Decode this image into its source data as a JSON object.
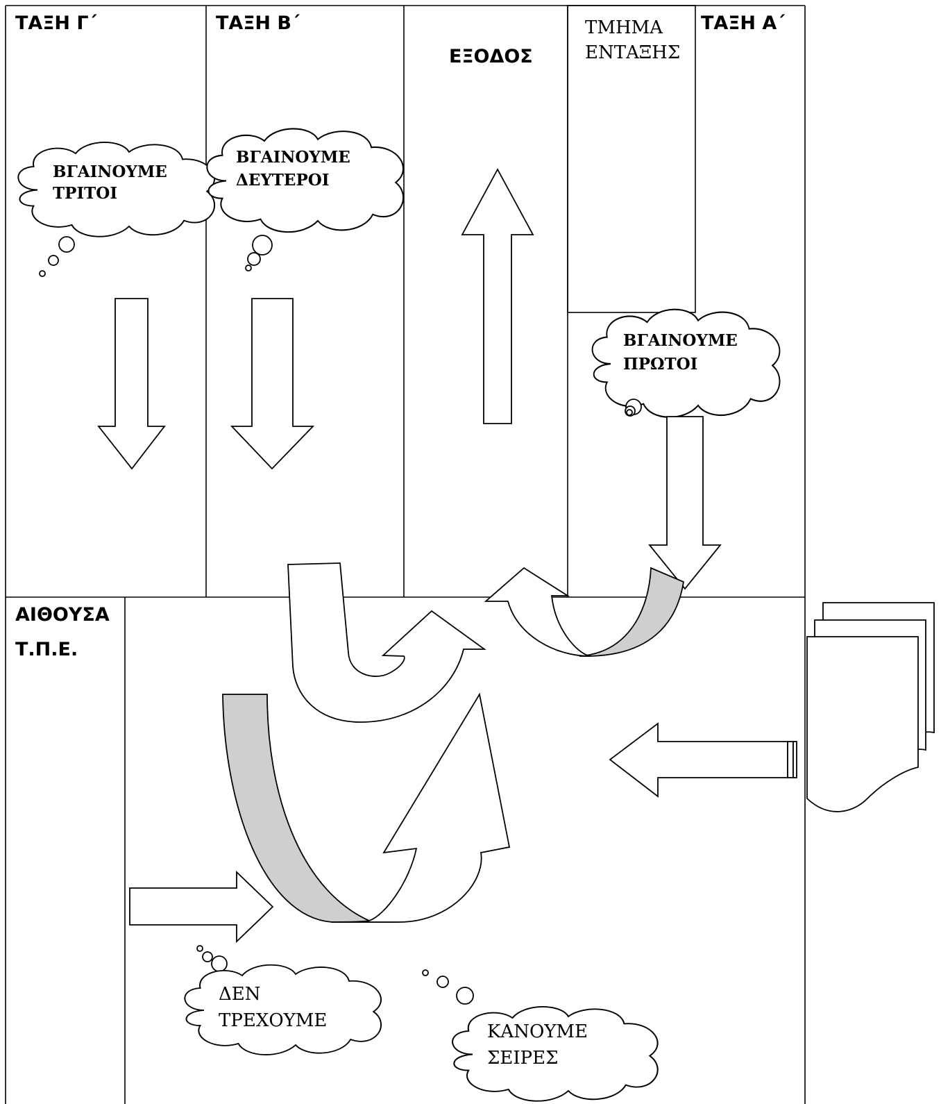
{
  "rooms": {
    "class_c": "ΤΑΞΗ Γ΄",
    "class_b": "ΤΑΞΗ Β΄",
    "exit": "ΕΞΟΔΟΣ",
    "integration_line1": "ΤΜΗΜΑ",
    "integration_line2": "ΕΝΤΑΞΗΣ",
    "class_a": "ΤΑΞΗ Α΄",
    "ict_line1": "ΑΙΘΟΥΣΑ",
    "ict_line2": "Τ.Π.Ε."
  },
  "clouds": {
    "third_line1": "ΒΓΑΙΝΟΥΜΕ",
    "third_line2": "ΤΡΙΤΟΙ",
    "second_line1": "ΒΓΑΙΝΟΥΜΕ",
    "second_line2": "ΔΕΥΤΕΡΟΙ",
    "first_line1": "ΒΓΑΙΝΟΥΜΕ",
    "first_line2": "ΠΡΩΤΟΙ",
    "norun_line1": "ΔΕΝ",
    "norun_line2": "ΤΡΕΧΟΥΜΕ",
    "lines_line1": "ΚΑΝΟΥΜΕ",
    "lines_line2": "ΣΕΙΡΕΣ"
  }
}
